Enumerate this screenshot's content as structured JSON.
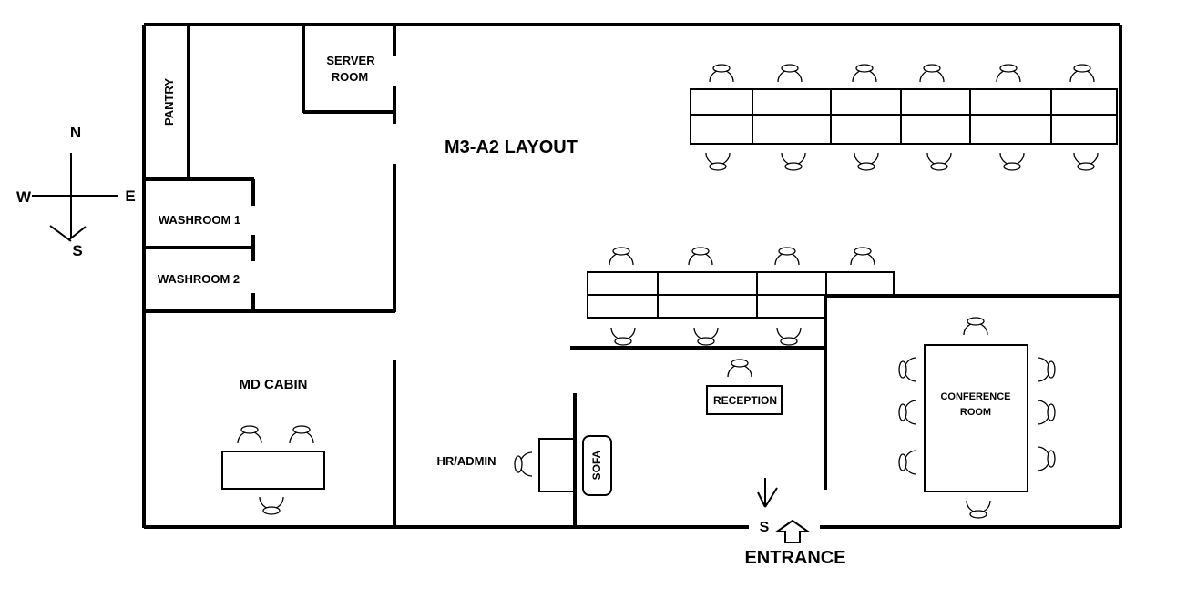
{
  "title": "M3-A2 LAYOUT",
  "compass": {
    "north": "N",
    "south": "S",
    "east": "E",
    "west": "W"
  },
  "rooms": {
    "pantry": "PANTRY",
    "server_room_line1": "SERVER",
    "server_room_line2": "ROOM",
    "washroom_1": "WASHROOM 1",
    "washroom_2": "WASHROOM 2",
    "md_cabin": "MD CABIN",
    "hr_admin": "HR/ADMIN",
    "sofa": "SOFA",
    "reception": "RECEPTION",
    "conference_line1": "CONFERENCE",
    "conference_line2": "ROOM"
  },
  "entrance": {
    "label": "ENTRANCE",
    "marker": "S"
  },
  "colors": {
    "ink": "#000000",
    "background": "#ffffff"
  }
}
